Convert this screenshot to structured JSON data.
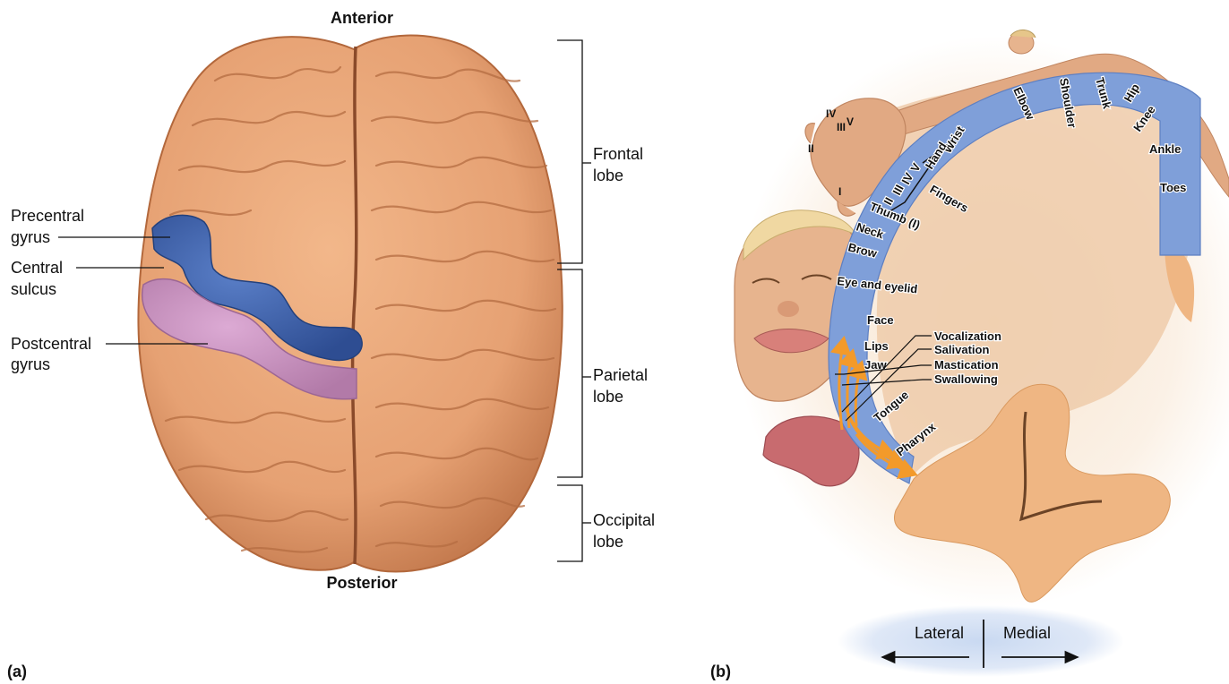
{
  "panel_a": {
    "tag": "(a)",
    "anterior": "Anterior",
    "posterior": "Posterior",
    "labels": {
      "precentral_1": "Precentral",
      "precentral_2": "gyrus",
      "central_1": "Central",
      "central_2": "sulcus",
      "postcentral_1": "Postcentral",
      "postcentral_2": "gyrus"
    },
    "lobes": {
      "frontal_1": "Frontal",
      "frontal_2": "lobe",
      "parietal_1": "Parietal",
      "parietal_2": "lobe",
      "occipital_1": "Occipital",
      "occipital_2": "lobe"
    },
    "colors": {
      "cortex": "#e6a173",
      "precentral": "#3f62ad",
      "postcentral": "#c98ec0"
    }
  },
  "panel_b": {
    "tag": "(b)",
    "homunculus": {
      "toes": "Toes",
      "ankle": "Ankle",
      "knee": "Knee",
      "hip": "Hip",
      "trunk": "Trunk",
      "shoulder": "Shoulder",
      "elbow": "Elbow",
      "wrist": "Wrist",
      "hand": "Hand",
      "finger_v": "V",
      "finger_iv": "IV",
      "finger_iii": "III",
      "finger_ii": "II",
      "fingers": "Fingers",
      "thumb": "Thumb (I)",
      "neck": "Neck",
      "brow": "Brow",
      "eye": "Eye and eyelid",
      "face": "Face",
      "lips": "Lips",
      "jaw": "Jaw",
      "tongue": "Tongue",
      "pharynx": "Pharynx"
    },
    "hand_digits": {
      "v": "V",
      "iv": "IV",
      "iii": "III",
      "ii": "II",
      "i": "I"
    },
    "functions": {
      "vocalization": "Vocalization",
      "salivation": "Salivation",
      "mastication": "Mastication",
      "swallowing": "Swallowing"
    },
    "orientation": {
      "lateral": "Lateral",
      "medial": "Medial"
    },
    "colors": {
      "strip": "#7f9fd9",
      "tissue": "#eecbaa",
      "arrow": "#f39a2a"
    }
  }
}
